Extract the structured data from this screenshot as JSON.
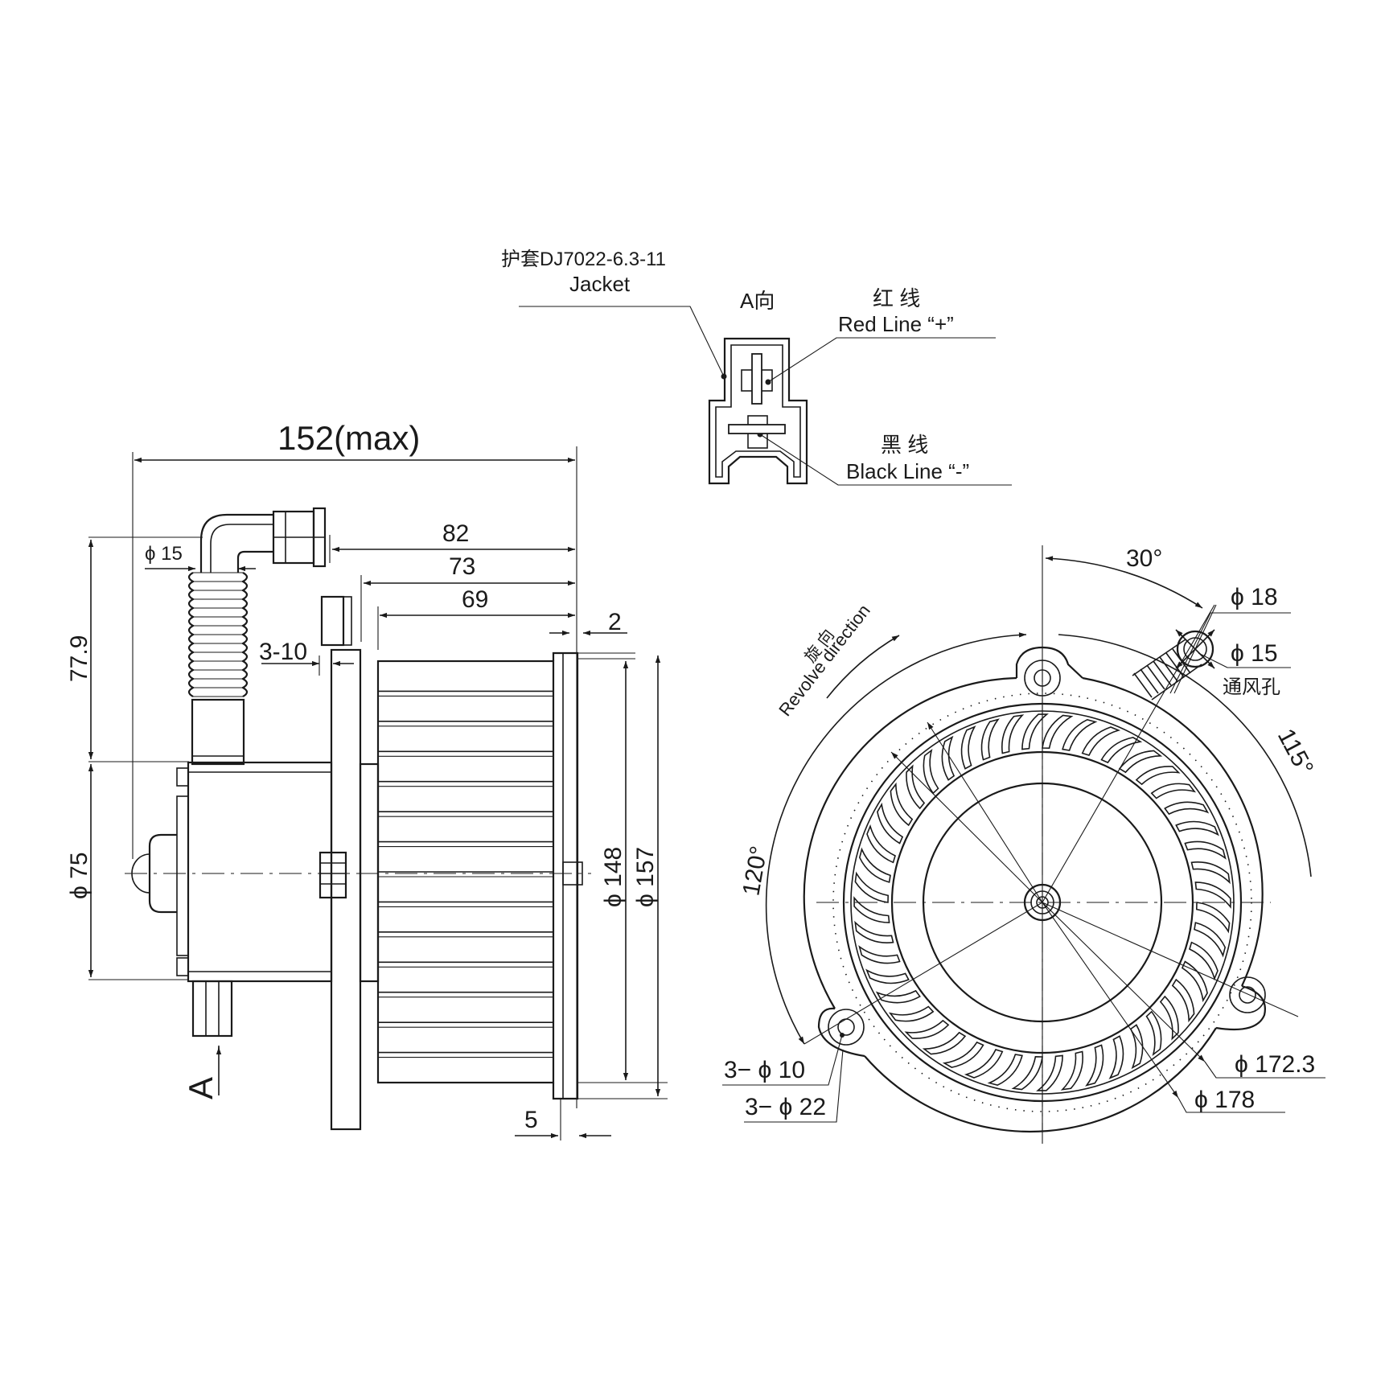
{
  "connector_view": {
    "jacket_label_cn": "护套DJ7022-6.3-11",
    "jacket_label_en": "Jacket",
    "view_label": "A向",
    "red_label_cn": "红 线",
    "red_label_en": "Red Line “+”",
    "black_label_cn": "黑 线",
    "black_label_en": "Black Line “-”"
  },
  "side_view": {
    "overall_length": "152(max)",
    "dim_82": "82",
    "dim_73": "73",
    "dim_69": "69",
    "dim_2": "2",
    "dim_3_10": "3-10",
    "dim_phi15": "ϕ 15",
    "dim_77_9": "77.9",
    "dim_phi75": "ϕ 75",
    "dim_phi148": "ϕ 148",
    "dim_phi157": "ϕ 157",
    "dim_5": "5",
    "view_arrow_label": "A"
  },
  "front_view": {
    "angle_30": "30°",
    "angle_115": "115°",
    "angle_120": "120°",
    "revolve_cn": "旋 向",
    "revolve_en": "Revolve direction",
    "dim_phi18": "ϕ 18",
    "dim_phi15": "ϕ 15",
    "vent_label": "通风孔",
    "dim_phi172_3": "ϕ 172.3",
    "dim_phi178": "ϕ 178",
    "dim_holes_10": "3− ϕ 10",
    "dim_holes_22": "3− ϕ 22",
    "blade_count": 48
  }
}
